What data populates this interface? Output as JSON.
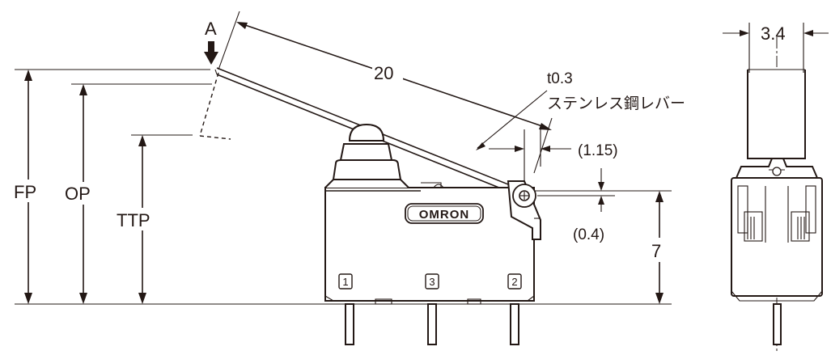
{
  "labels": {
    "force_point": "A",
    "fp": "FP",
    "op": "OP",
    "ttp": "TTP",
    "lever_length": "20",
    "thickness": "t0.3",
    "lever_material": "ステンレス鋼レバー",
    "roller_offset_x": "(1.15)",
    "roller_offset_y": "(0.4)",
    "body_height": "7",
    "side_width": "3.4",
    "brand": "OMRON",
    "terminal_1": "1",
    "terminal_3": "3",
    "terminal_2": "2"
  }
}
